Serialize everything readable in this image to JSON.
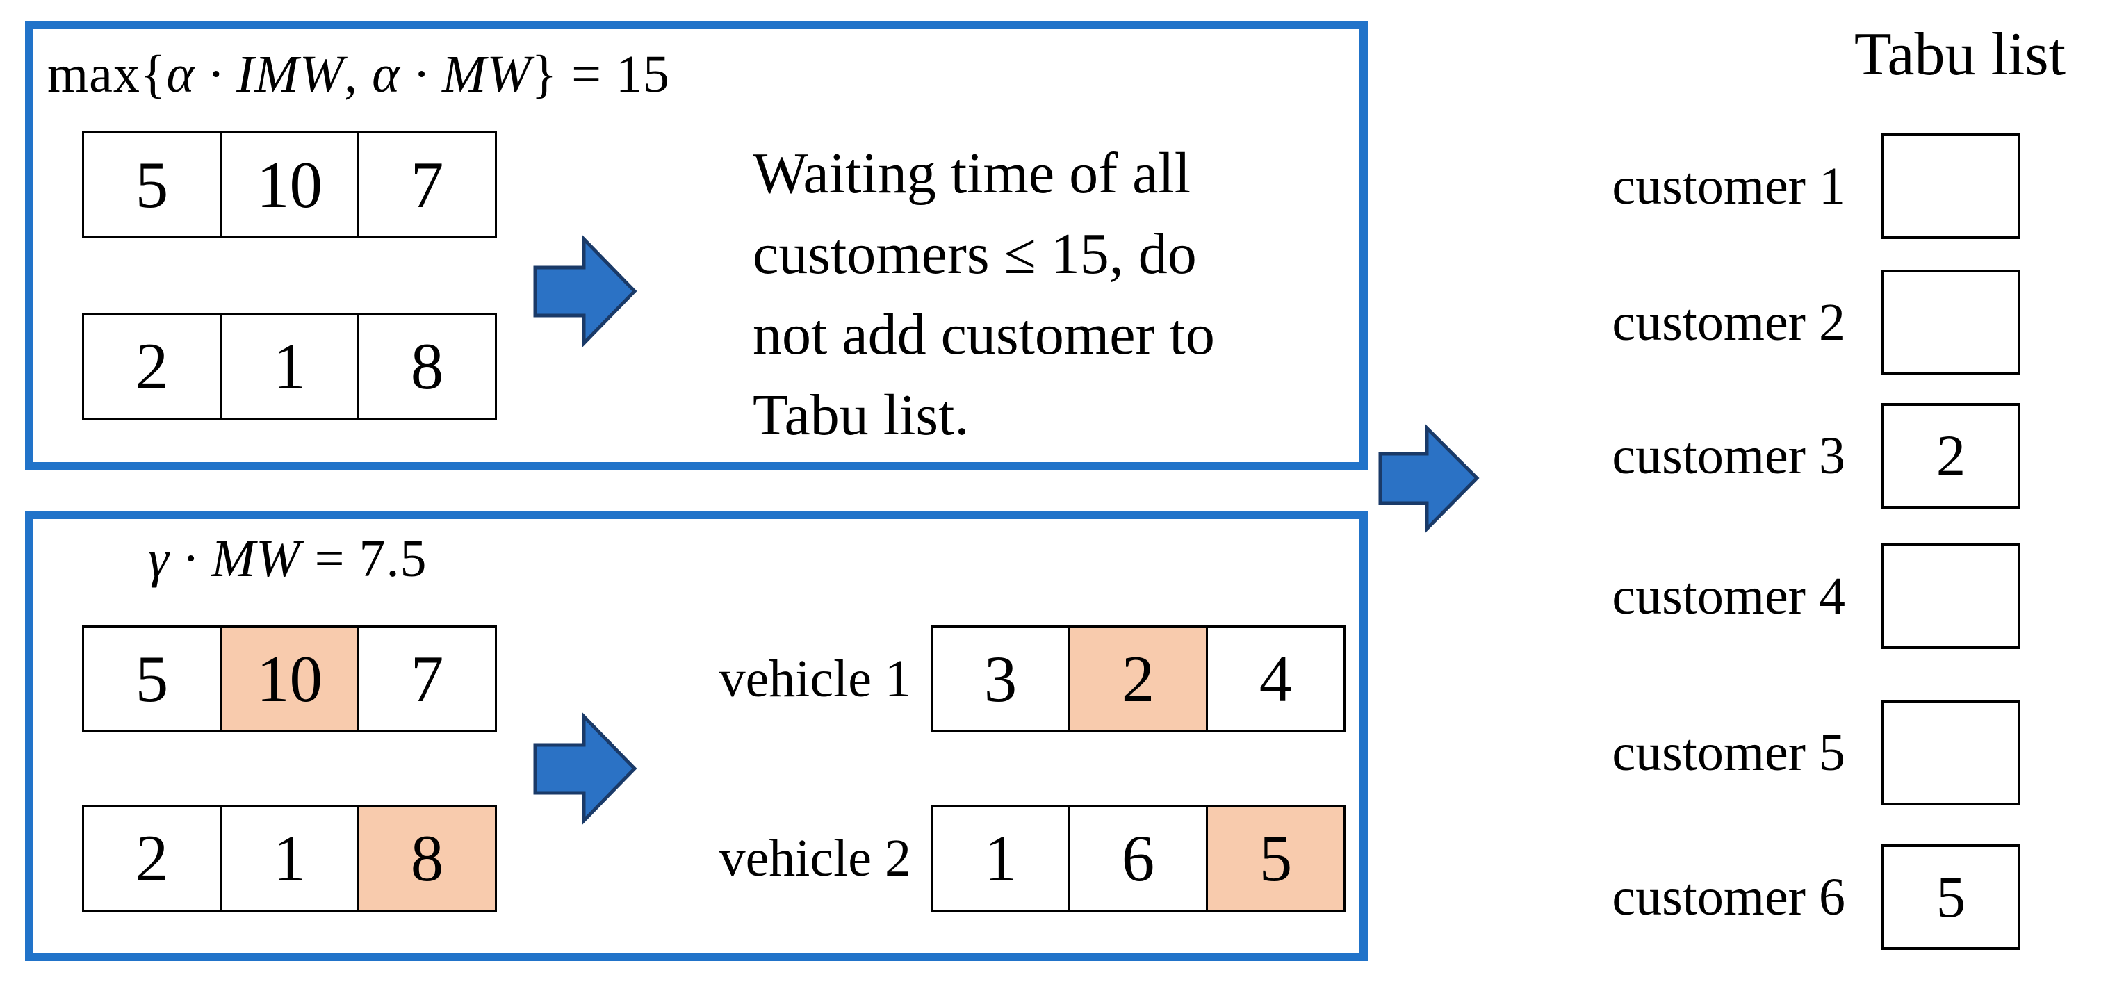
{
  "colors": {
    "panel_border_blue": "#2173c9",
    "arrow_fill_blue": "#2b72c5",
    "arrow_outline_navy": "#1a3a68",
    "highlight_orange": "#f8cbad",
    "cell_border_black": "#000000"
  },
  "top_box": {
    "formula": {
      "prefix": "max{",
      "italic1": "α · IMW",
      "sep": ", ",
      "italic2": "α · MW",
      "suffix": "} = 15"
    },
    "row1": [
      "5",
      "10",
      "7"
    ],
    "row2": [
      "2",
      "1",
      "8"
    ],
    "note_lines": [
      "Waiting time of all",
      "customers ≤ 15, do",
      "not add customer to",
      "Tabu list."
    ]
  },
  "bottom_box": {
    "formula": {
      "italic": "γ · MW",
      "suffix": " = 7.5"
    },
    "row1": [
      "5",
      "10",
      "7"
    ],
    "row2": [
      "2",
      "1",
      "8"
    ],
    "vehicle1": {
      "label": "vehicle 1",
      "cells": [
        "3",
        "2",
        "4"
      ]
    },
    "vehicle2": {
      "label": "vehicle 2",
      "cells": [
        "1",
        "6",
        "5"
      ]
    }
  },
  "tabu": {
    "title": "Tabu list",
    "rows": [
      {
        "label": "customer 1",
        "value": ""
      },
      {
        "label": "customer 2",
        "value": ""
      },
      {
        "label": "customer 3",
        "value": "2"
      },
      {
        "label": "customer 4",
        "value": ""
      },
      {
        "label": "customer 5",
        "value": ""
      },
      {
        "label": "customer 6",
        "value": "5"
      }
    ]
  }
}
